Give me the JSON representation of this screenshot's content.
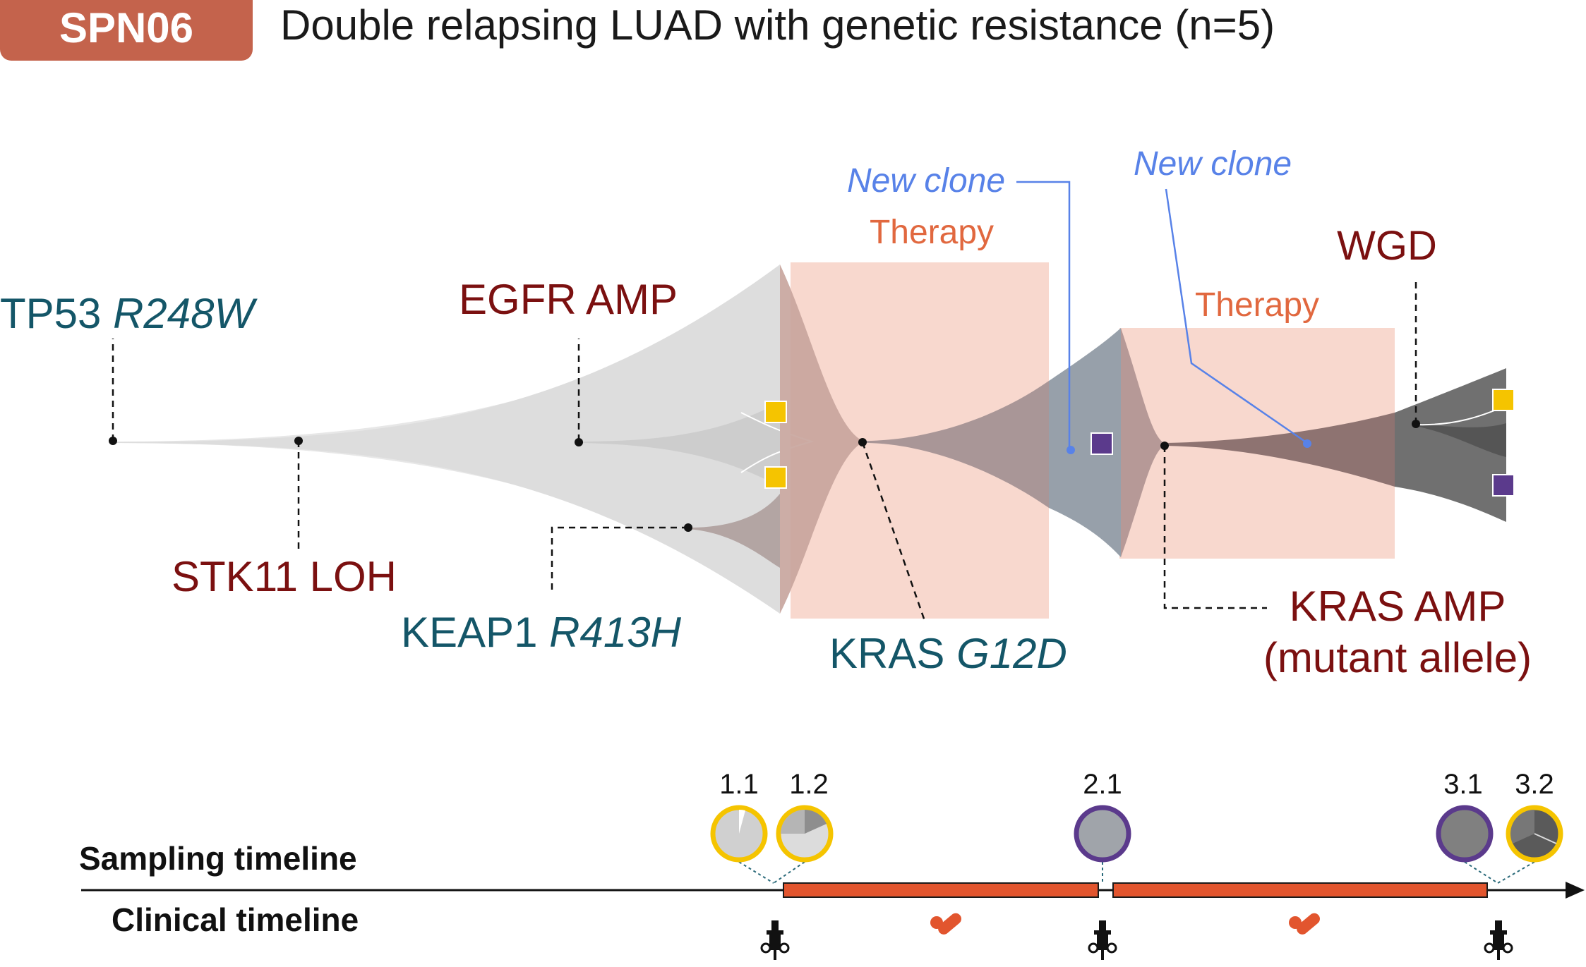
{
  "header": {
    "badge": "SPN06",
    "title": "Double relapsing LUAD with genetic resistance (n=5)"
  },
  "colors": {
    "badge": "#c4634c",
    "teal_label": "#145668",
    "red_label": "#7b1010",
    "blue_annotation": "#5882e8",
    "therapy_box": "#f8d8ce",
    "therapy_text": "#e1683f",
    "gold_sample": "#f5c400",
    "purple_sample": "#5b3a8c",
    "clinical_bar": "#e2552e"
  },
  "labels": {
    "tp53": {
      "gene": "TP53",
      "variant": "R248W"
    },
    "stk11": {
      "text": "STK11 LOH"
    },
    "egfr": {
      "text": "EGFR AMP"
    },
    "keap1": {
      "gene": "KEAP1",
      "variant": "R413H"
    },
    "kras_g12d": {
      "gene": "KRAS",
      "variant": "G12D"
    },
    "kras_amp": {
      "line1": "KRAS AMP",
      "line2": "(mutant allele)"
    },
    "wgd": {
      "text": "WGD"
    },
    "new_clone_1": "New clone",
    "new_clone_2": "New clone",
    "therapy_1": "Therapy",
    "therapy_2": "Therapy"
  },
  "timeline": {
    "sampling_label": "Sampling timeline",
    "clinical_label": "Clinical timeline",
    "samples": [
      {
        "id": "1.1",
        "ring": "gold"
      },
      {
        "id": "1.2",
        "ring": "gold"
      },
      {
        "id": "2.1",
        "ring": "purple"
      },
      {
        "id": "3.1",
        "ring": "purple"
      },
      {
        "id": "3.2",
        "ring": "gold"
      }
    ],
    "icons": [
      "syringe-icon",
      "pill-icon",
      "syringe-icon",
      "pill-icon",
      "syringe-icon"
    ]
  }
}
